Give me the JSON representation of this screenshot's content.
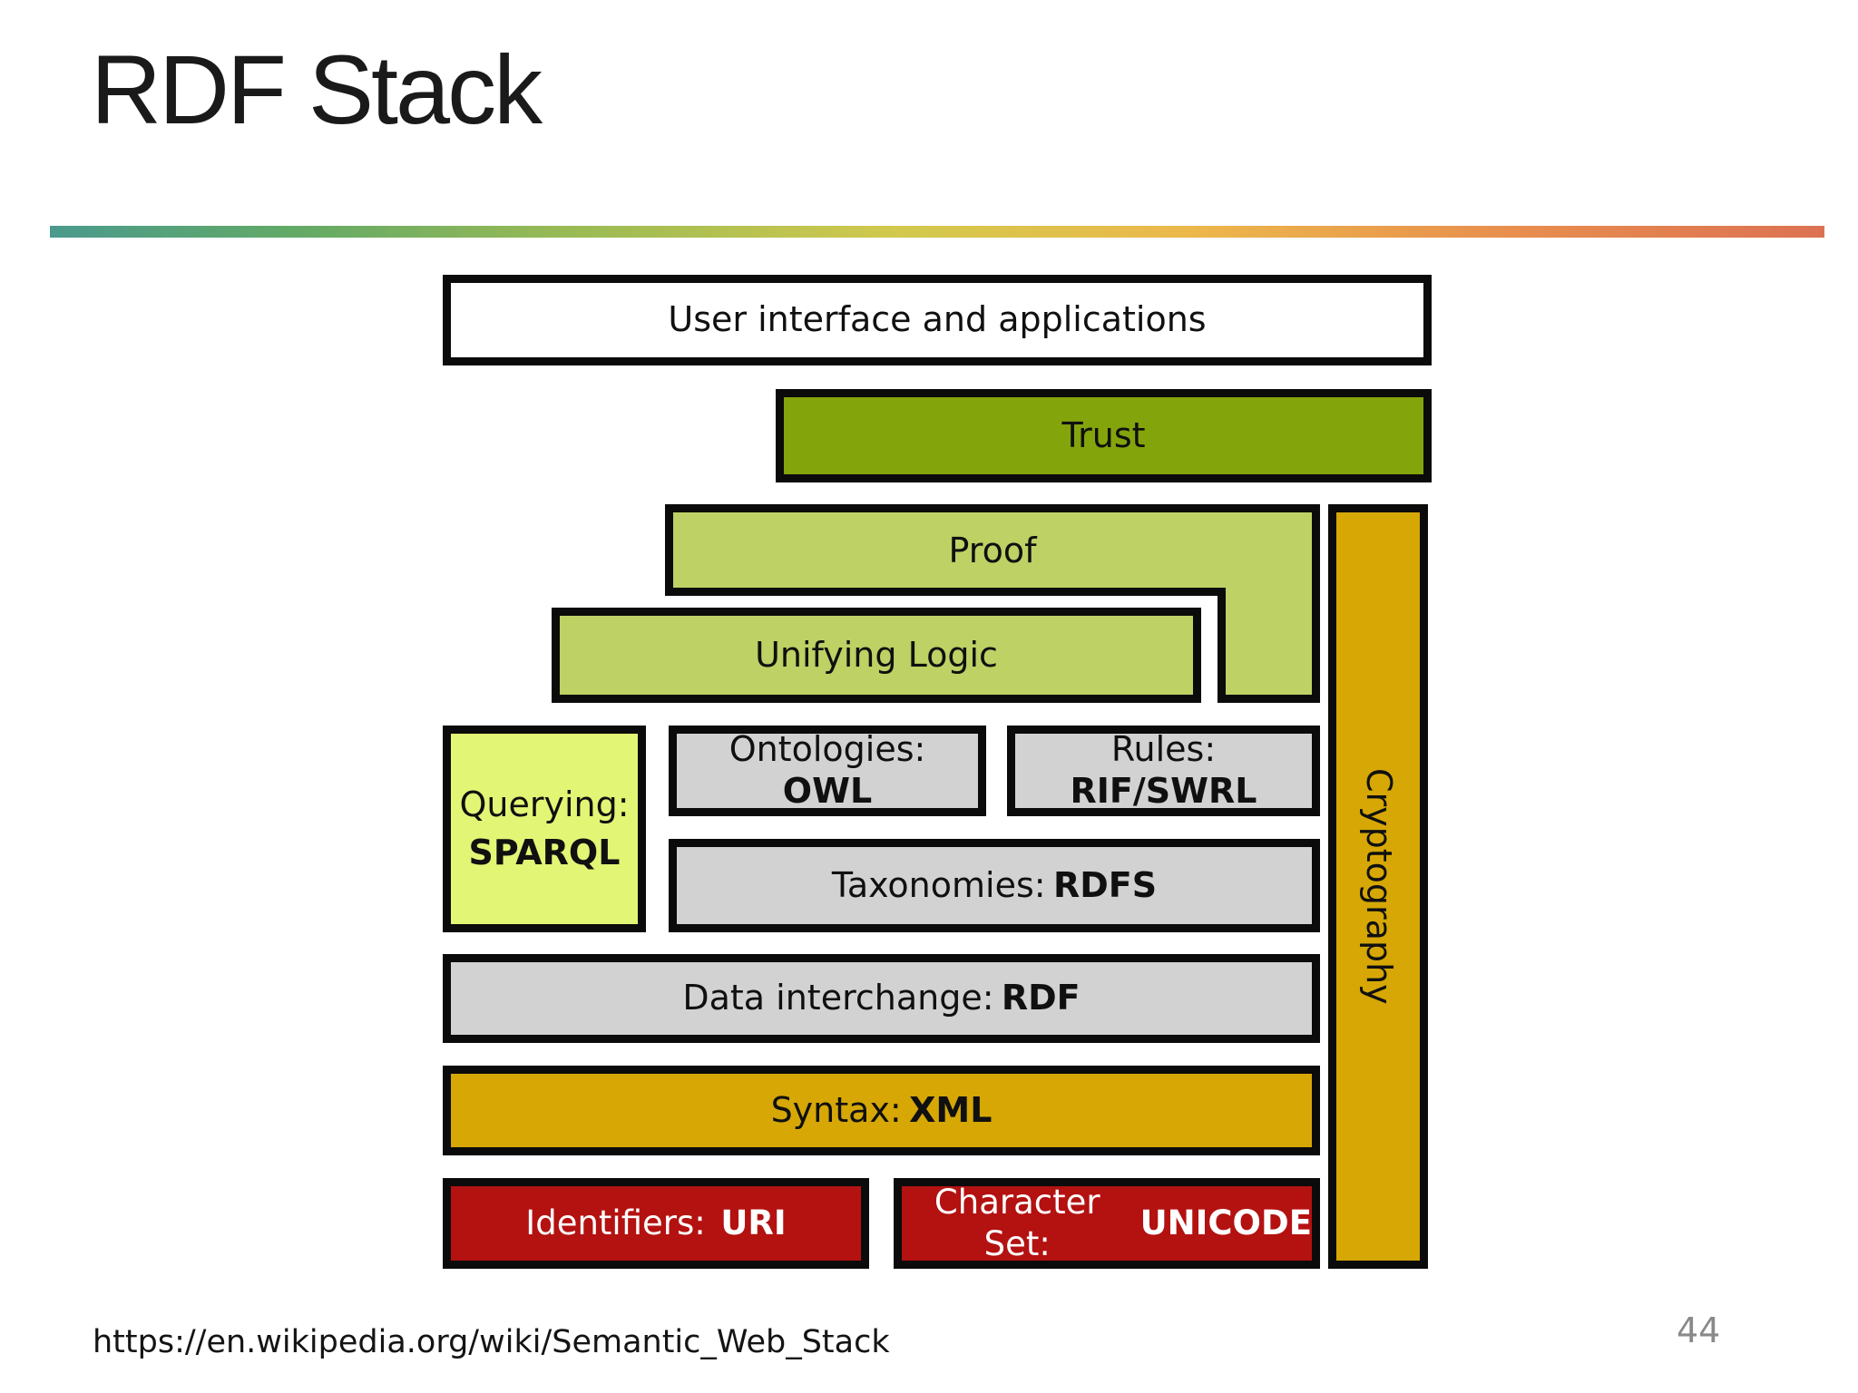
{
  "slide": {
    "title": "RDF Stack",
    "source_url": "https://en.wikipedia.org/wiki/Semantic_Web_Stack",
    "page_number": "44"
  },
  "colors": {
    "border_black": "#0b0b0b",
    "trust_green": "#84a40c",
    "proof_green": "#bdd164",
    "querying_green": "#e3f575",
    "neutral_gray": "#d2d2d2",
    "gold": "#d6a705",
    "dark_red": "#b41111",
    "text_black": "#101010",
    "red_box_text": "#ffffff",
    "page_number_gray": "#8a8a8a",
    "accent_gradient": [
      "#4a9a8d",
      "#63aa66",
      "#9cbb54",
      "#d2c94d",
      "#ecb84b",
      "#e88f4e",
      "#dc7253"
    ]
  },
  "stack": {
    "user_interface": {
      "label": "User interface and applications"
    },
    "trust": {
      "label": "Trust"
    },
    "proof": {
      "label": "Proof"
    },
    "unifying_logic": {
      "label": "Unifying Logic"
    },
    "querying": {
      "prefix": "Querying:",
      "term": "SPARQL"
    },
    "ontologies": {
      "prefix": "Ontologies:",
      "term": "OWL"
    },
    "rules": {
      "prefix": "Rules:",
      "term": "RIF/SWRL"
    },
    "taxonomies": {
      "prefix": "Taxonomies:",
      "term": "RDFS"
    },
    "data_interchange": {
      "prefix": "Data interchange:",
      "term": "RDF"
    },
    "syntax": {
      "prefix": "Syntax:",
      "term": "XML"
    },
    "identifiers": {
      "prefix": "Identifiers:",
      "term": "URI"
    },
    "character_set": {
      "prefix": "Character Set:",
      "term": "UNICODE"
    },
    "cryptography": {
      "label": "Cryptography"
    }
  }
}
